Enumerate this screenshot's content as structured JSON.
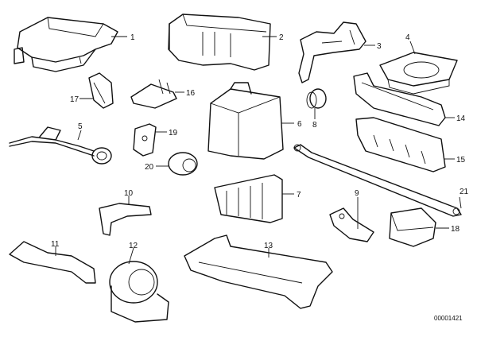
{
  "labels": {
    "p1": "1",
    "p2": "2",
    "p3": "3",
    "p4": "4",
    "p5": "5",
    "p6": "6",
    "p7": "7",
    "p8": "8",
    "p9": "9",
    "p10": "10",
    "p11": "11",
    "p12": "12",
    "p13": "13",
    "p14": "14",
    "p15": "15",
    "p16": "16",
    "p17": "17",
    "p18": "18",
    "p19": "19",
    "p20": "20",
    "p21": "21"
  },
  "doc_number": "00001421"
}
